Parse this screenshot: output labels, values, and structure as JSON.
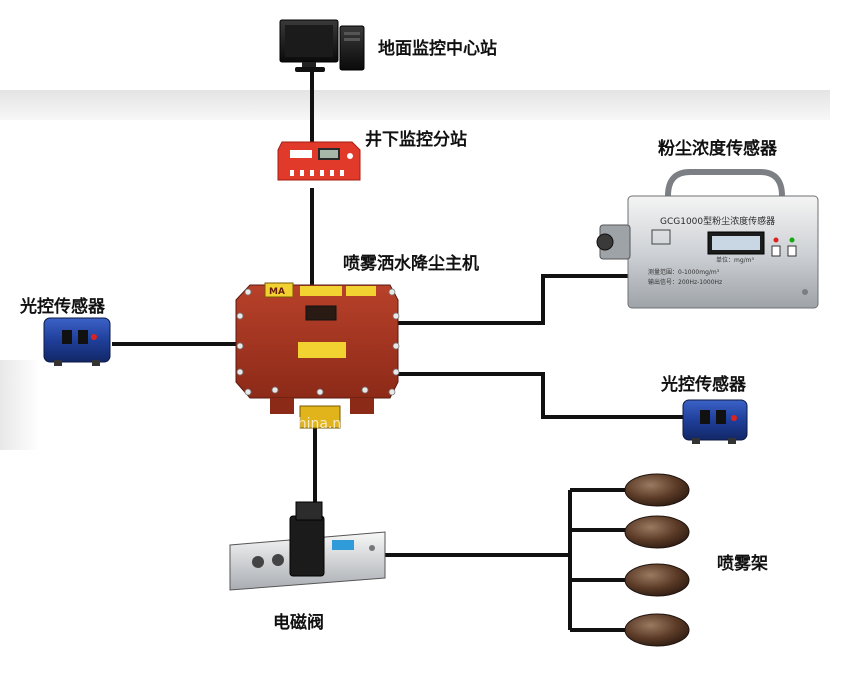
{
  "labels": {
    "surface_station": "地面监控中心站",
    "underground_substation": "井下监控分站",
    "dust_sensor": "粉尘浓度传感器",
    "main_unit": "喷雾洒水降尘主机",
    "light_sensor_left": "光控传感器",
    "light_sensor_right": "光控传感器",
    "solenoid_valve": "电磁阀",
    "spray_rack": "喷雾架"
  },
  "dust_sensor_panel": {
    "model_text": "GCG1000型粉尘浓度传感器",
    "unit_text": "单位：mg/m³",
    "range_text": "测量范围：0-1000mg/m³",
    "output_text": "输出信号：200Hz-1000Hz"
  },
  "main_unit_panel": {
    "ma_mark": "MA"
  },
  "watermark": "china.n",
  "colors": {
    "wire": "#111111",
    "box_red": "#a8321e",
    "substation_red": "#e23a2a",
    "sensor_blue": "#1f3f9a",
    "nozzle_brown": "#5a3a26"
  }
}
